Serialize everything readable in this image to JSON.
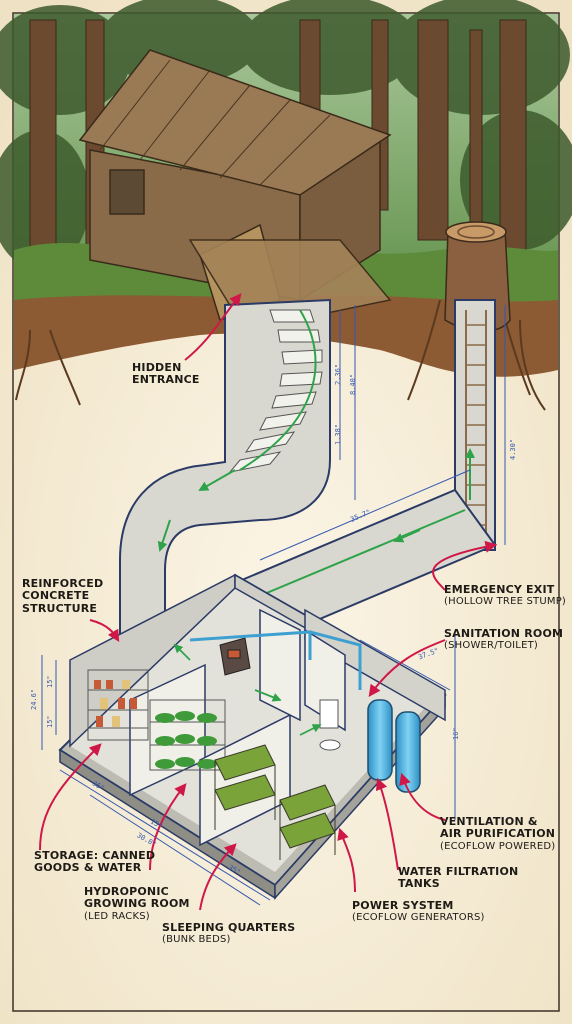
{
  "colors": {
    "paper": "#f4ebd7",
    "ink": "#1e1a16",
    "pointer": "#d01848",
    "dimension": "#3558b0",
    "flow": "#2fa34a",
    "concrete": "#d9d8d0",
    "wood": "#8a6b49",
    "forest": "#4f7a3a",
    "soil": "#8c5a33",
    "water_tank": "#58b8e0"
  },
  "callouts": {
    "hidden_entrance": {
      "main": "HIDDEN\nENTRANCE",
      "sub": ""
    },
    "concrete": {
      "main": "REINFORCED\nCONCRETE\nSTRUCTURE",
      "sub": ""
    },
    "emergency_exit": {
      "main": "EMERGENCY EXIT",
      "sub": "(HOLLOW TREE STUMP)"
    },
    "sanitation": {
      "main": "SANITATION ROOM",
      "sub": "(SHOWER/TOILET)"
    },
    "ventilation": {
      "main": "VENTILATION &\nAIR PURIFICATION",
      "sub": "(ECOFLOW POWERED)"
    },
    "water_filtration": {
      "main": "WATER FILTRATION\nTANKS",
      "sub": ""
    },
    "power": {
      "main": "POWER SYSTEM",
      "sub": "(ECOFLOW GENERATORS)"
    },
    "storage": {
      "main": "STORAGE: CANNED\nGOODS & WATER",
      "sub": ""
    },
    "hydroponic": {
      "main": "HYDROPONIC\nGROWING ROOM",
      "sub": "(LED RACKS)"
    },
    "sleeping": {
      "main": "SLEEPING QUARTERS",
      "sub": "(BUNK BEDS)"
    }
  },
  "dimensions": {
    "stair_upper": "2.36\"",
    "stair_total": "8.40\"",
    "stair_lower": "1.38\"",
    "tunnel_length": "35.7\"",
    "exit_shaft": "4.30\"",
    "bunker_right": "37.5\"",
    "bunker_height": "16\"",
    "left_outer": "24.6\"",
    "left_upper": "15\"",
    "left_lower": "15\"",
    "bottom_a": "35\"",
    "bottom_b": "15\"",
    "bottom_c": "30.0\"",
    "bottom_d": "35\""
  }
}
